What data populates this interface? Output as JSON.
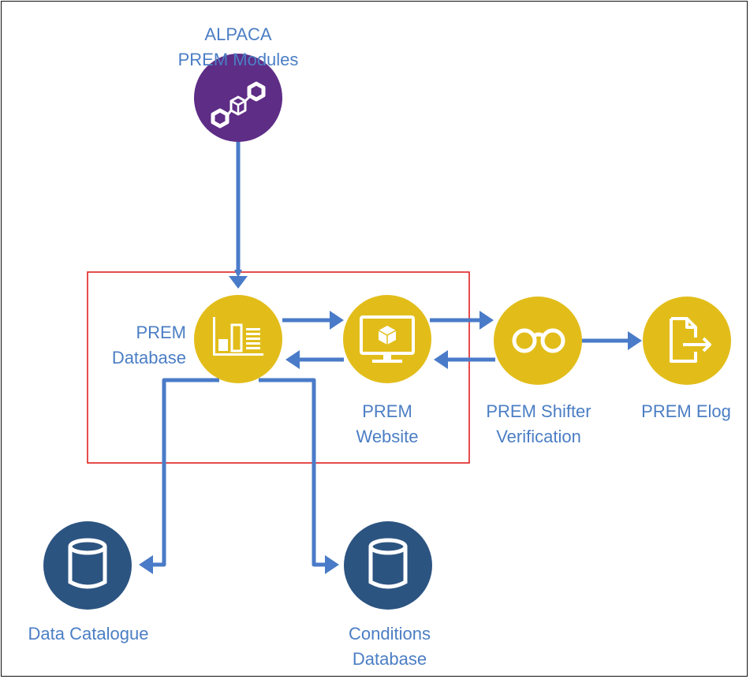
{
  "nodes": {
    "alpaca_modules": {
      "line1": "ALPACA",
      "line2": "PREM Modules",
      "icon": "modules-icon",
      "color": "#5e2d86"
    },
    "prem_database": {
      "line1": "PREM",
      "line2": "Database",
      "icon": "bar-chart-icon",
      "color": "#e2bd1a"
    },
    "prem_website": {
      "line1": "PREM",
      "line2": "Website",
      "icon": "monitor-icon",
      "color": "#e2bd1a"
    },
    "prem_shifter_verification": {
      "line1": "PREM Shifter",
      "line2": "Verification",
      "icon": "binoculars-icon",
      "color": "#e2bd1a"
    },
    "prem_elog": {
      "line1": "PREM Elog",
      "icon": "document-export-icon",
      "color": "#e2bd1a"
    },
    "data_catalogue": {
      "line1": "Data Catalogue",
      "icon": "database-cylinder-icon",
      "color": "#2c5481"
    },
    "conditions_database": {
      "line1": "Conditions",
      "line2": "Database",
      "icon": "database-cylinder-icon",
      "color": "#2c5481"
    }
  },
  "colors": {
    "arrow": "#4a7bc8",
    "label": "#4b7ec4",
    "highlight_box": "#e02020",
    "frame": "#111111"
  }
}
